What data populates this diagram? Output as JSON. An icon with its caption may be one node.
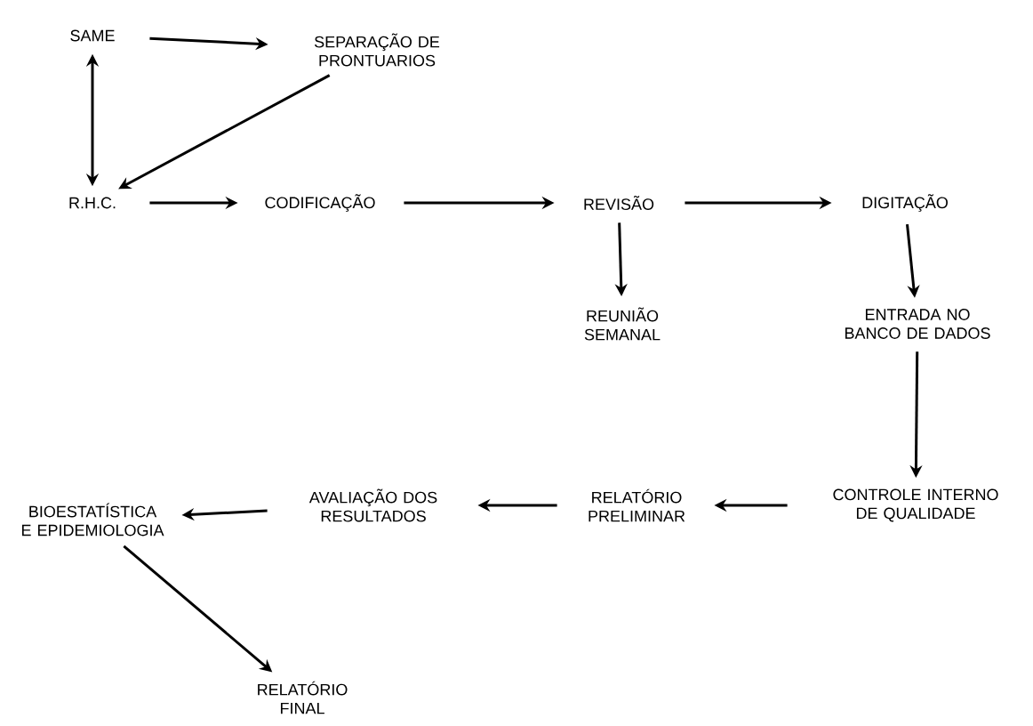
{
  "diagram": {
    "nodes": [
      {
        "text": [
          "SAME"
        ]
      },
      {
        "text": [
          "SEPARAÇÃO DE PRONTUARIOS"
        ]
      },
      {
        "text": [
          "R.H.C."
        ]
      },
      {
        "text": [
          "CODIFICAÇÃO"
        ]
      },
      {
        "text": [
          "REVISÃO"
        ]
      },
      {
        "text": [
          "DIGITAÇÃO"
        ]
      },
      {
        "text": [
          "REUNIÃO SEMANAL"
        ]
      },
      {
        "text": [
          "ENTRADA NO BANCO DE DADOS"
        ]
      },
      {
        "text": [
          "CONTROLE INTERNO DE QUALIDADE"
        ]
      },
      {
        "text": [
          "RELATÓRIO PRELIMINAR"
        ]
      },
      {
        "text": [
          "AVALIAÇÃO DOS RESULTADOS"
        ]
      },
      {
        "text": [
          "BIOESTATÍSTICA E EPIDEMIOLOGIA"
        ]
      },
      {
        "text": [
          "RELATÓRIO FINAL"
        ]
      }
    ],
    "edges": [
      {
        "from": 0,
        "to": 1,
        "arrow": "to"
      },
      {
        "from": 0,
        "to": 2,
        "arrow": "both"
      },
      {
        "from": 1,
        "to": 2,
        "arrow": "to"
      },
      {
        "from": 2,
        "to": 3,
        "arrow": "to"
      },
      {
        "from": 3,
        "to": 4,
        "arrow": "to"
      },
      {
        "from": 4,
        "to": 5,
        "arrow": "to"
      },
      {
        "from": 4,
        "to": 6,
        "arrow": "to"
      },
      {
        "from": 5,
        "to": 7,
        "arrow": "to"
      },
      {
        "from": 7,
        "to": 8,
        "arrow": "to"
      },
      {
        "from": 8,
        "to": 9,
        "arrow": "to"
      },
      {
        "from": 9,
        "to": 10,
        "arrow": "to"
      },
      {
        "from": 10,
        "to": 11,
        "arrow": "to"
      },
      {
        "from": 11,
        "to": 12,
        "arrow": "to"
      }
    ]
  }
}
